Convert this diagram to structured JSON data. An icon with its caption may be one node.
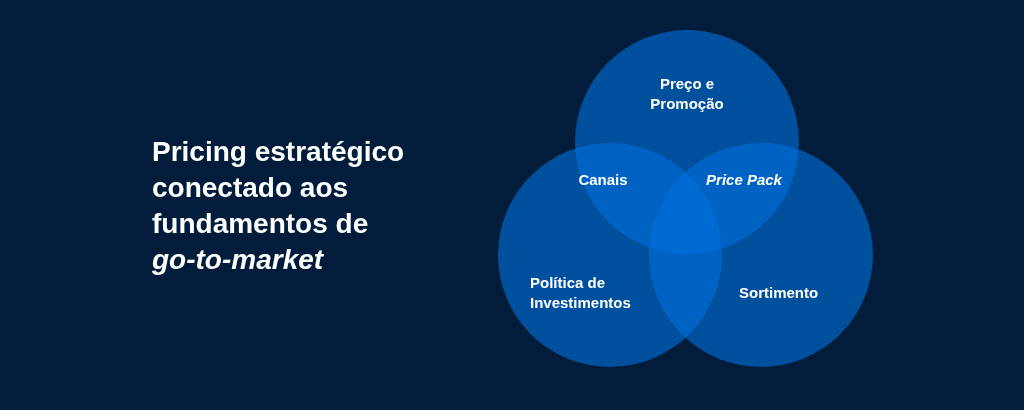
{
  "diagram": {
    "title": "Pricing estratégico conectado aos fundamentos de *go-to-market*",
    "nodes": [
      {
        "text": [
          "Preço e Promoção"
        ]
      },
      {
        "text": [
          "Política de Investimentos"
        ]
      },
      {
        "text": [
          "Sortimento"
        ]
      }
    ],
    "labels": [
      "Canais",
      "Price Pack"
    ]
  }
}
